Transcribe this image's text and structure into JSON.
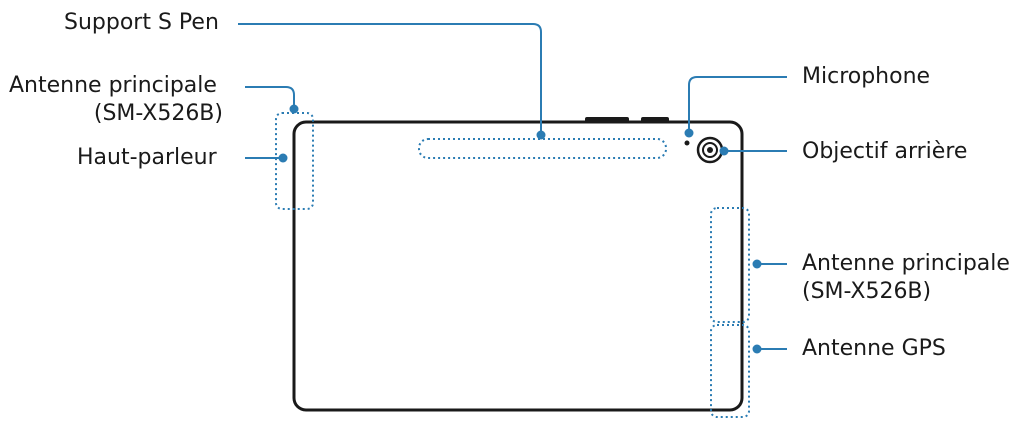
{
  "labels": {
    "support_s_pen": "Support S Pen",
    "antenne_principale_left_line1": "Antenne principale",
    "antenne_principale_left_line2": "(SM-X526B)",
    "haut_parleur": "Haut-parleur",
    "microphone": "Microphone",
    "objectif_arriere": "Objectif arrière",
    "antenne_principale_right_line1": "Antenne principale",
    "antenne_principale_right_line2": "(SM-X526B)",
    "antenne_gps": "Antenne GPS"
  },
  "colors": {
    "outline": "#1a1a1a",
    "callout": "#2b7cb3",
    "text": "#1a1a1a"
  }
}
